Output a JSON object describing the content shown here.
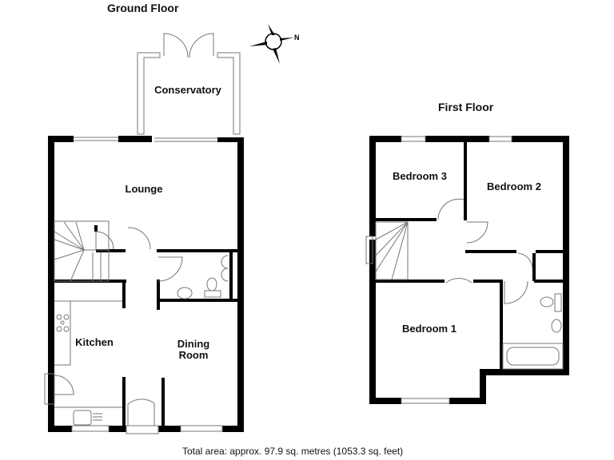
{
  "ground_floor": {
    "title": "Ground Floor",
    "rooms": {
      "conservatory": "Conservatory",
      "lounge": "Lounge",
      "kitchen": "Kitchen",
      "dining_line1": "Dining",
      "dining_line2": "Room"
    }
  },
  "first_floor": {
    "title": "First Floor",
    "rooms": {
      "bedroom3": "Bedroom 3",
      "bedroom2": "Bedroom 2",
      "bedroom1": "Bedroom 1"
    }
  },
  "compass": {
    "north_label": "N",
    "icon": "compass-rose-icon"
  },
  "footer": {
    "total_area": "Total area: approx. 97.9 sq. metres (1053.3 sq. feet)"
  },
  "colors": {
    "wall": "#000000",
    "line": "#777777",
    "background": "#ffffff"
  }
}
